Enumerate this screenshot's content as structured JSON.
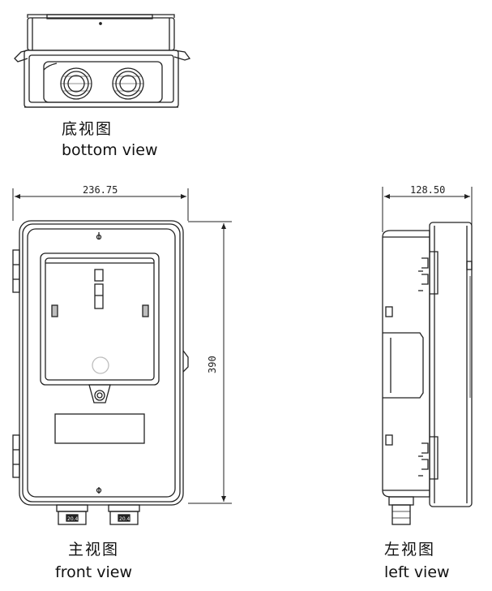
{
  "views": {
    "bottom": {
      "label_zh": "底视图",
      "label_en": "bottom view"
    },
    "front": {
      "label_zh": "主视图",
      "label_en": "front view"
    },
    "left": {
      "label_zh": "左视图",
      "label_en": "left view"
    }
  },
  "dimensions": {
    "front_width": "236.75",
    "front_height": "390",
    "left_depth": "128.50"
  },
  "gland_marking": "20.4",
  "colors": {
    "line": "#222222",
    "fill": "#ffffff",
    "accent_grey": "#bdbdbd"
  }
}
